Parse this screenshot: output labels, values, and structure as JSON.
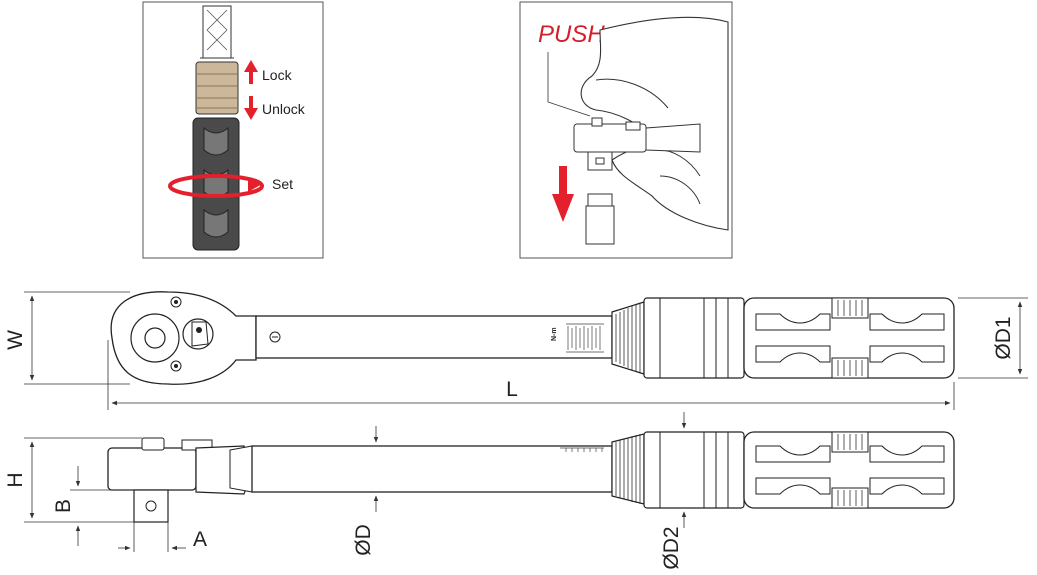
{
  "inset_lock": {
    "lock_label": "Lock",
    "unlock_label": "Unlock",
    "set_label": "Set"
  },
  "inset_push": {
    "push_label": "PUSH"
  },
  "dimensions": {
    "w": "W",
    "l": "L",
    "d1": "ØD1",
    "h": "H",
    "b": "B",
    "a": "A",
    "d": "ØD",
    "d2": "ØD2"
  },
  "scale_unit": "N-m",
  "colors": {
    "arrow_red": "#e3202b",
    "push_red": "#d21f2a",
    "grip_dark": "#4a4a4a",
    "collar_tan": "#cdb79a",
    "line": "#222222"
  }
}
